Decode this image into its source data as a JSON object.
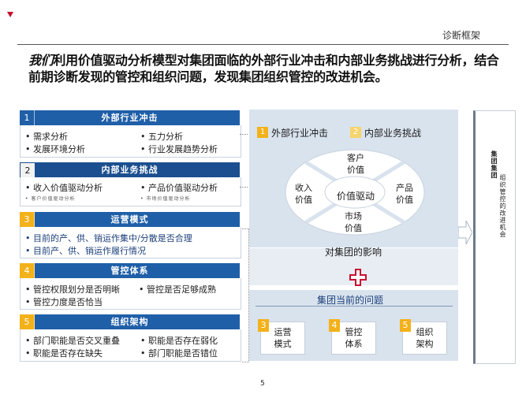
{
  "header": {
    "title": "诊断框架",
    "intro_lead": "我们",
    "intro_rest": "利用价值驱动分析模型对集团面临的外部行业冲击和内部业务挑战进行分析，结合前期诊断发现的管控和组织问题，发现集团组织管控的改进机会。"
  },
  "left_sections": [
    {
      "num": "1",
      "title": "外部行业冲击",
      "items": [
        "• 需求分析",
        "• 五力分析",
        "• 发展环境分析",
        "• 行业发展趋势分析"
      ]
    },
    {
      "num": "2",
      "title": "内部业务挑战",
      "items": [
        "• 收入价值驱动分析",
        "• 产品价值驱动分析",
        "• 客户价值驱动分析",
        "• 市场价值驱动分析"
      ]
    },
    {
      "num": "3",
      "title": "运营模式",
      "items": [
        "• 目前的产、供、销运作集中/分散是否合理",
        "• 目前产、供、销运作履行情况"
      ]
    },
    {
      "num": "4",
      "title": "管控体系",
      "items": [
        "• 管控权限划分是否明晰",
        "• 管控是否足够成熟",
        "• 管控力度是否恰当"
      ]
    },
    {
      "num": "5",
      "title": "组织架构",
      "items": [
        "• 部门职能是否交叉重叠",
        "• 职能是否存在弱化",
        "• 职能是否存在缺失",
        "• 部门职能是否错位"
      ]
    }
  ],
  "diagram": {
    "tag1": "1",
    "tag1_label": "外部行业冲击",
    "tag2": "2",
    "tag2_label": "内部业务挑战",
    "center": "价值驱动",
    "top": [
      "客户",
      "价值"
    ],
    "left": [
      "收入",
      "价值"
    ],
    "right": [
      "产品",
      "价值"
    ],
    "bottom": [
      "市场",
      "价值"
    ],
    "impact": "对集团的影响",
    "current_issues": "集团当前的问题",
    "cards": [
      {
        "num": "3",
        "label": [
          "运营",
          "模式"
        ]
      },
      {
        "num": "4",
        "label": [
          "管控",
          "体系"
        ]
      },
      {
        "num": "5",
        "label": [
          "组织",
          "架构"
        ]
      }
    ]
  },
  "vertical_panel": {
    "col1": "集团集团",
    "col2": "组织管控的改进机会"
  },
  "page_number": "5",
  "colors": {
    "brand_blue": "#1f5fa8",
    "accent_amber": "#f3b11a",
    "panel_bg": "#d9e3ee",
    "plus_red": "#c8102e"
  }
}
